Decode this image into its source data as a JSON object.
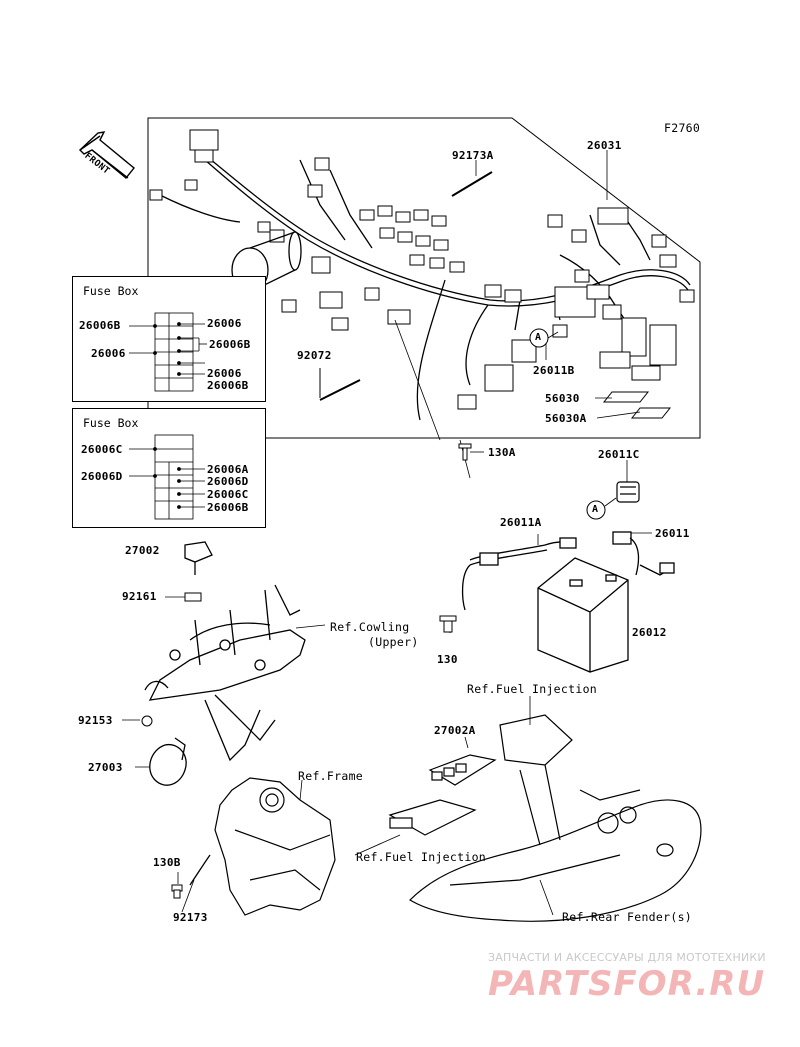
{
  "figure_code": "F2760",
  "front_label": "FRONT",
  "fuse_boxes": [
    {
      "title": "Fuse Box",
      "labels": [
        "26006B",
        "26006",
        "26006",
        "26006B",
        "26006",
        "26006B"
      ]
    },
    {
      "title": "Fuse Box",
      "labels": [
        "26006C",
        "26006D",
        "26006A",
        "26006D",
        "26006C",
        "26006B"
      ]
    }
  ],
  "parts": {
    "p92173A": "92173A",
    "p26031": "26031",
    "p92072": "92072",
    "p26011B": "26011B",
    "p56030": "56030",
    "p56030A": "56030A",
    "p130A": "130A",
    "p26011C": "26011C",
    "p26011A": "26011A",
    "p26011": "26011",
    "p27002": "27002",
    "p92161": "92161",
    "p26012": "26012",
    "p130": "130",
    "p92153": "92153",
    "p27003": "27003",
    "p27002A": "27002A",
    "p130B": "130B",
    "p92173": "92173"
  },
  "refs": {
    "cowling": "Ref.Cowling",
    "cowling_sub": "(Upper)",
    "fuel_injection_1": "Ref.Fuel Injection",
    "frame": "Ref.Frame",
    "fuel_injection_2": "Ref.Fuel Injection",
    "rear_fender": "Ref.Rear Fender(s)"
  },
  "connector_marks": {
    "a1": "A",
    "a2": "A"
  },
  "watermark": {
    "subtitle": "ЗАПЧАСТИ И АКСЕССУАРЫ ДЛЯ МОТОТЕХНИКИ",
    "brand": "PARTSFOR.RU"
  }
}
